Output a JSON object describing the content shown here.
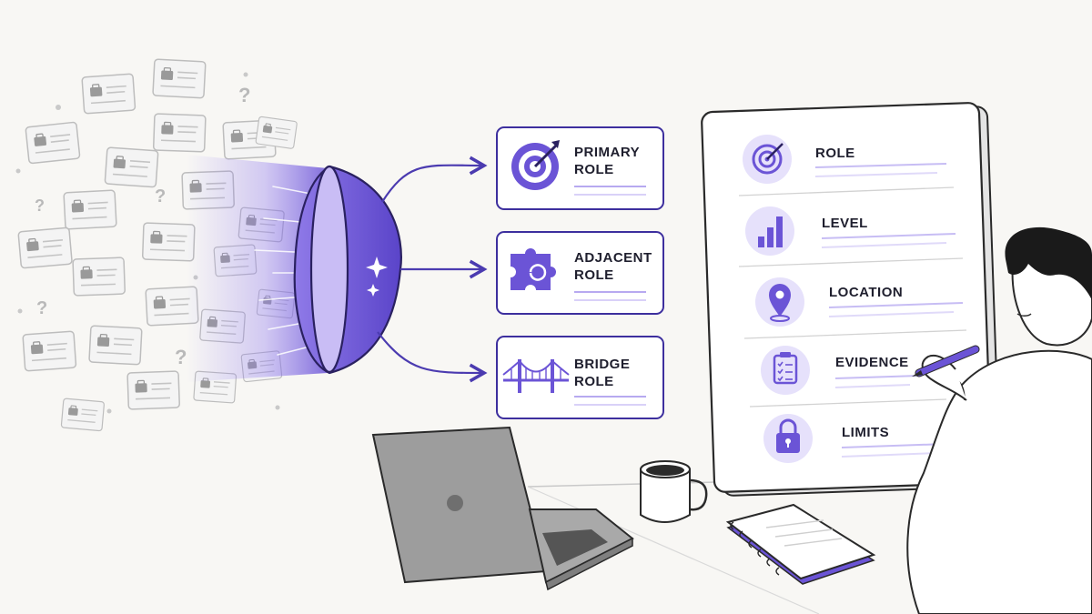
{
  "role_options": [
    {
      "line1": "PRIMARY",
      "line2": "ROLE",
      "icon": "target-icon"
    },
    {
      "line1": "ADJACENT",
      "line2": "ROLE",
      "icon": "puzzle-icon"
    },
    {
      "line1": "BRIDGE",
      "line2": "ROLE",
      "icon": "bridge-icon"
    }
  ],
  "profile_sections": [
    {
      "label": "ROLE",
      "icon": "target-icon"
    },
    {
      "label": "LEVEL",
      "icon": "bar-chart-icon"
    },
    {
      "label": "LOCATION",
      "icon": "location-pin-icon"
    },
    {
      "label": "EVIDENCE",
      "icon": "clipboard-checklist-icon"
    },
    {
      "label": "LIMITS",
      "icon": "lock-icon"
    }
  ],
  "uncertainty_mark": "?",
  "colors": {
    "accent": "#6b54d6",
    "accent_light": "#e6e1fb",
    "ink": "#1f1f2e",
    "card_gray": "#c9c9c9"
  }
}
